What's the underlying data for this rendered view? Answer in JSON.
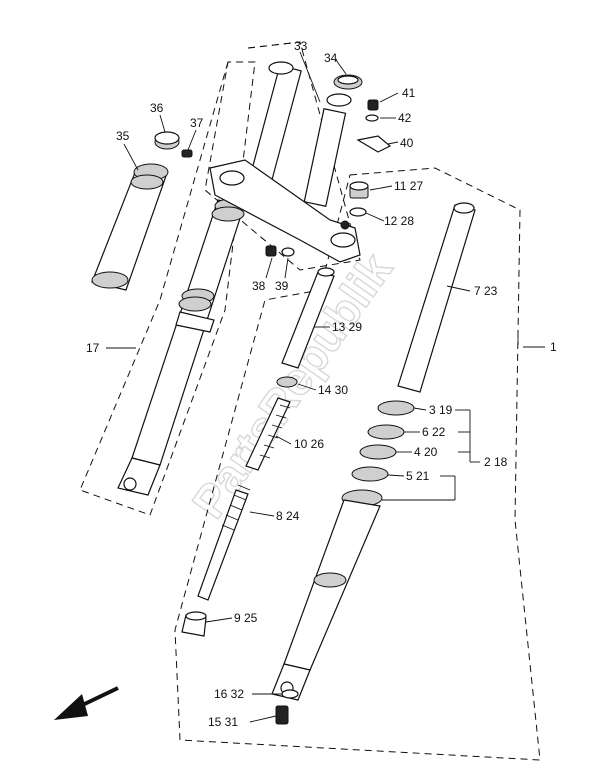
{
  "watermark": "PartsRepublik",
  "labels": {
    "l1": "1",
    "l2": "2 18",
    "l3": "3 19",
    "l4": "4 20",
    "l5": "5 21",
    "l6": "6 22",
    "l7": "7 23",
    "l8": "8 24",
    "l9": "9 25",
    "l10": "10 26",
    "l11": "11 27",
    "l12": "12 28",
    "l13": "13 29",
    "l14": "14 30",
    "l15": "15 31",
    "l16": "16 32",
    "l17": "17",
    "l33": "33",
    "l34": "34",
    "l35": "35",
    "l36": "36",
    "l37": "37",
    "l38": "38",
    "l39": "39",
    "l40": "40",
    "l41": "41",
    "l42": "42"
  }
}
